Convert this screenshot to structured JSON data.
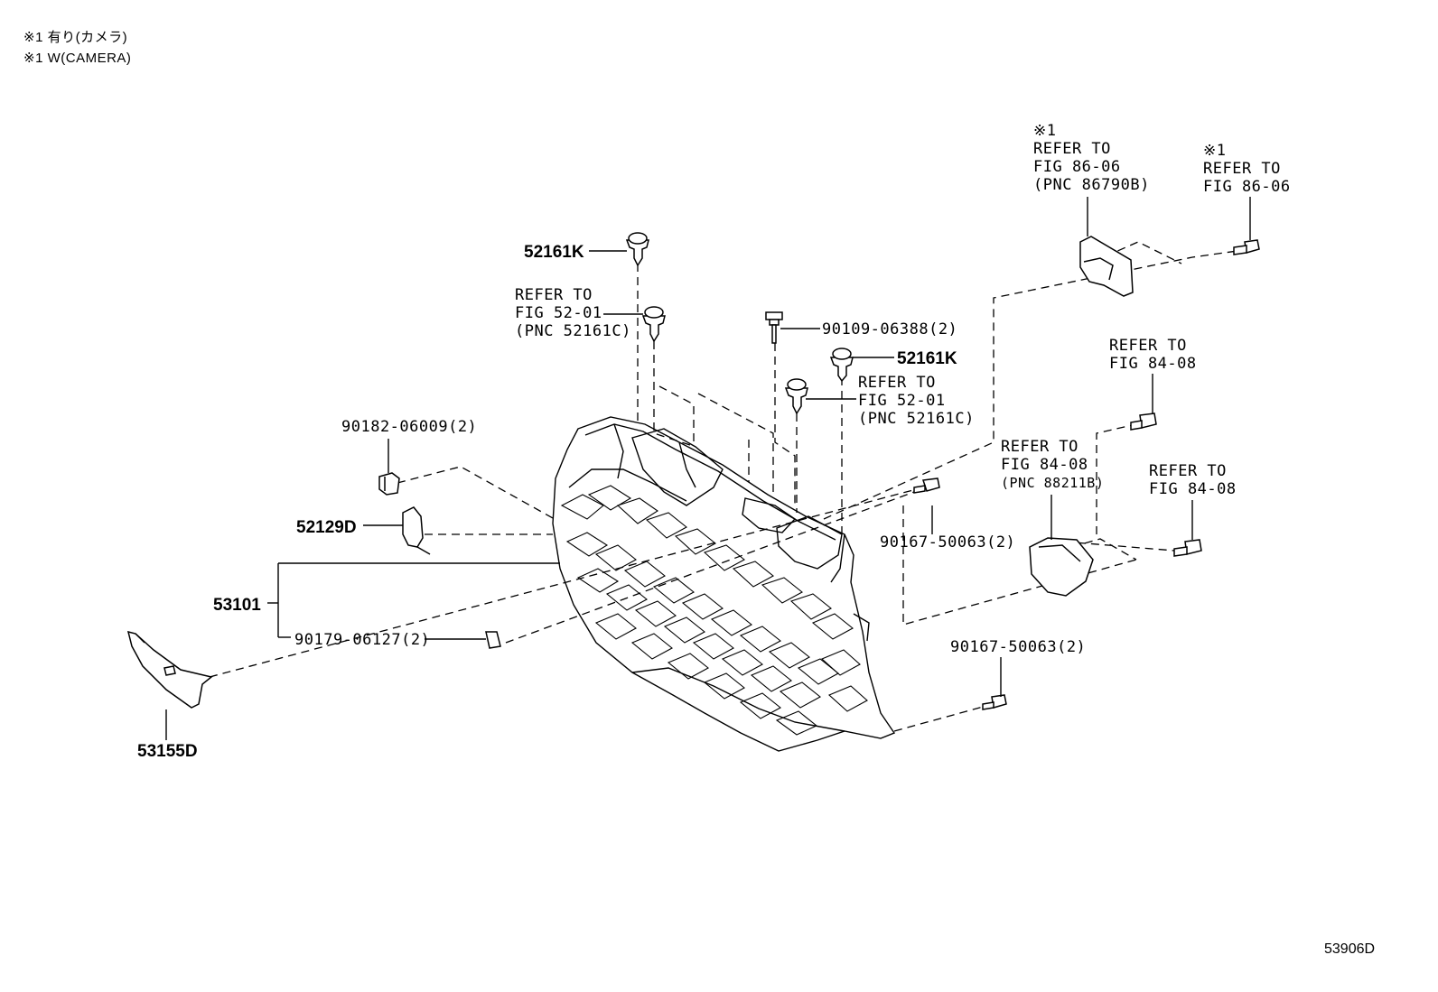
{
  "notes": {
    "line1": "※1 有り(カメラ)",
    "line2": "※1 W(CAMERA)"
  },
  "labels": {
    "p52161k_a": "52161K",
    "p52161k_b": "52161K",
    "ref_52_01_a": [
      "REFER TO",
      "FIG 52-01",
      "(PNC 52161C)"
    ],
    "ref_52_01_b": [
      "REFER TO",
      "FIG 52-01",
      "(PNC 52161C)"
    ],
    "p90109": "90109-06388(2)",
    "p90182": "90182-06009(2)",
    "p52129d": "52129D",
    "p53101": "53101",
    "p90179": "90179-06127(2)",
    "p53155d": "53155D",
    "p90167_a": "90167-50063(2)",
    "p90167_b": "90167-50063(2)",
    "ref_86_06_pnc": [
      "※1",
      "REFER TO",
      "FIG 86-06",
      "(PNC 86790B)"
    ],
    "ref_86_06": [
      "※1",
      "REFER TO",
      "FIG 86-06"
    ],
    "ref_84_08_a": [
      "REFER TO",
      "FIG 84-08"
    ],
    "ref_84_08_pnc": [
      "REFER TO",
      "FIG 84-08",
      "(PNC 88211B)"
    ],
    "ref_84_08_b": [
      "REFER TO",
      "FIG 84-08"
    ],
    "figure_id": "53906D"
  }
}
